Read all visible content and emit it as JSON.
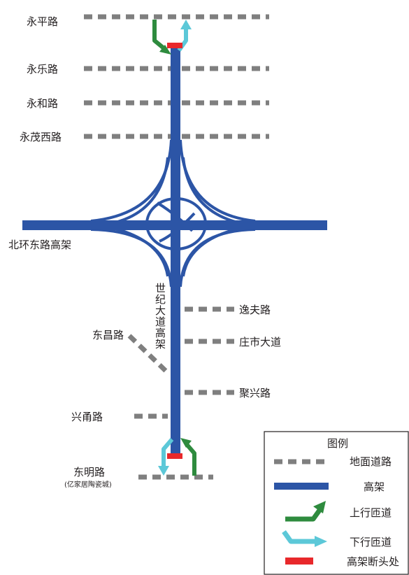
{
  "colors": {
    "elevated": "#2c55a6",
    "ground": "#7f7f7f",
    "up_ramp": "#2e8b3e",
    "down_ramp": "#5cc8d8",
    "dead_end": "#e8282b"
  },
  "ground_roads": {
    "yongping": "永平路",
    "yongle": "永乐路",
    "yonghe": "永和路",
    "yongmaoxi": "永茂西路",
    "yifu": "逸夫路",
    "zhuangshi": "庄市大道",
    "juxing": "聚兴路",
    "dongchang": "东昌路",
    "xingyong": "兴甬路",
    "dongming": "东明路",
    "dongming_note": "(亿家居陶瓷城)"
  },
  "elevated_roads": {
    "beihuan": "北环东路高架",
    "shiji_chars": [
      "世",
      "纪",
      "大",
      "道",
      "高",
      "架"
    ]
  },
  "legend": {
    "title": "图例",
    "items": [
      {
        "key": "ground",
        "label": "地面道路"
      },
      {
        "key": "elevated",
        "label": "高架"
      },
      {
        "key": "up_ramp",
        "label": "上行匝道"
      },
      {
        "key": "down_ramp",
        "label": "下行匝道"
      },
      {
        "key": "dead_end",
        "label": "高架断头处"
      }
    ]
  }
}
